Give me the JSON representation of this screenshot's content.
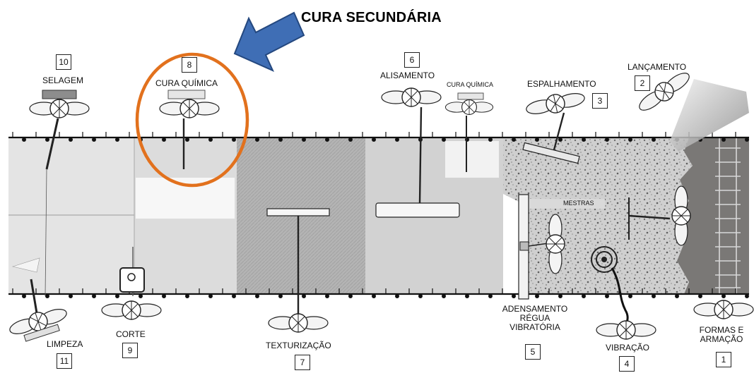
{
  "title": "CURA SECUNDÁRIA",
  "colors": {
    "highlight": "#E2711D",
    "arrow": "#3F6EB5",
    "arrow_stroke": "#24487F",
    "slab_light": "#D9D9D9",
    "slab_mid": "#BDBDBD",
    "slab_dark": "#7D7B79"
  },
  "steps": [
    {
      "num": "1",
      "label_lines": [
        "FORMAS E",
        "ARMAÇÃO"
      ]
    },
    {
      "num": "2",
      "label_lines": [
        "LANÇAMENTO"
      ]
    },
    {
      "num": "3",
      "label_lines": [
        "ESPALHAMENTO"
      ]
    },
    {
      "num": "4",
      "label_lines": [
        "VIBRAÇÃO"
      ]
    },
    {
      "num": "5",
      "label_lines": [
        "ADENSAMENTO",
        "RÉGUA",
        "VIBRATÓRIA"
      ]
    },
    {
      "num": "6",
      "label_lines": [
        "ALISAMENTO"
      ]
    },
    {
      "num": "7",
      "label_lines": [
        "TEXTURIZAÇÃO"
      ]
    },
    {
      "num": "8",
      "label_lines": [
        "CURA QUÍMICA"
      ]
    },
    {
      "num": "9",
      "label_lines": [
        "CORTE"
      ]
    },
    {
      "num": "10",
      "label_lines": [
        "SELAGEM"
      ]
    },
    {
      "num": "11",
      "label_lines": [
        "LIMPEZA"
      ]
    }
  ],
  "extra_labels": {
    "cura_quimica_small": "CURA QUÍMICA",
    "mestras": "MESTRAS"
  }
}
